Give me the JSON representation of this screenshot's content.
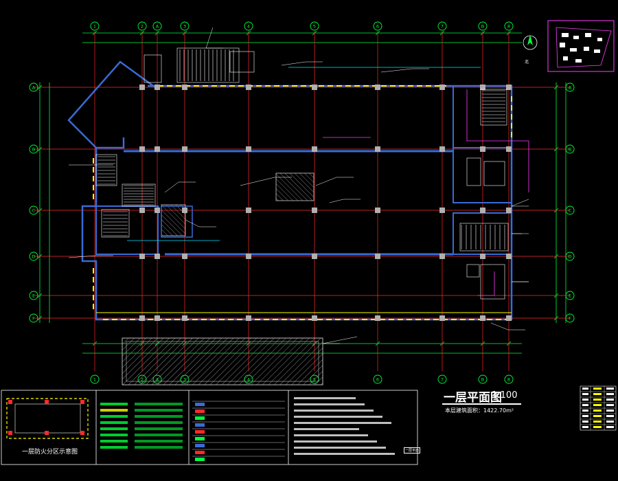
{
  "colors": {
    "background": "#000000",
    "wall": "#3a6bd6",
    "axis_line": "#ff2a2a",
    "grid_marker": "#00ff3c",
    "dimension": "#00ff3c",
    "column": "#b0b0b0",
    "annotation": "#ffffff",
    "highlight": "#ffff00",
    "magenta": "#ff3cff",
    "cyan": "#00e5ff"
  },
  "plan": {
    "title": "一层平面图",
    "scale": "1:100",
    "area_text": "本层建筑面积：1422.70m²"
  },
  "axes": {
    "top": [
      "1",
      "2",
      "A",
      "3",
      "4",
      "5",
      "6",
      "7",
      "B",
      "8"
    ],
    "bottom": [
      "1",
      "2",
      "A",
      "3",
      "4",
      "5",
      "6",
      "7",
      "B",
      "8"
    ],
    "left": [
      "A",
      "B",
      "C",
      "D",
      "E",
      "F"
    ],
    "right": [
      "A",
      "B",
      "C",
      "D",
      "E",
      "F"
    ]
  },
  "legend": {
    "zone_diagram_title": "一层防火分区示意图",
    "sheet_label": "一层平面"
  },
  "icons": {
    "north_arrow": "north-arrow-icon",
    "key_plan": "site-key-plan-icon"
  }
}
